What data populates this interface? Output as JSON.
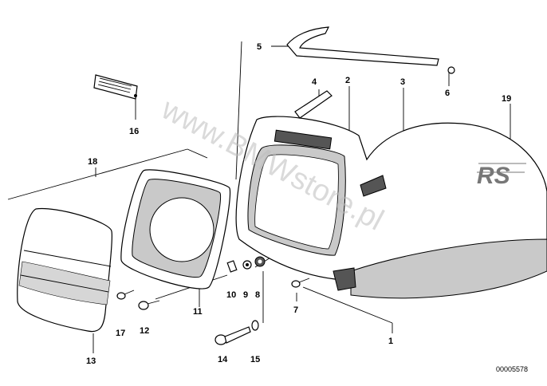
{
  "diagram": {
    "callouts": [
      {
        "id": "c1",
        "text": "1"
      },
      {
        "id": "c2",
        "text": "2"
      },
      {
        "id": "c3",
        "text": "3"
      },
      {
        "id": "c4",
        "text": "4"
      },
      {
        "id": "c5",
        "text": "5"
      },
      {
        "id": "c6",
        "text": "6"
      },
      {
        "id": "c7",
        "text": "7"
      },
      {
        "id": "c8",
        "text": "8"
      },
      {
        "id": "c9",
        "text": "9"
      },
      {
        "id": "c10",
        "text": "10"
      },
      {
        "id": "c11",
        "text": "11"
      },
      {
        "id": "c12",
        "text": "12"
      },
      {
        "id": "c13",
        "text": "13"
      },
      {
        "id": "c14",
        "text": "14"
      },
      {
        "id": "c15",
        "text": "15"
      },
      {
        "id": "c16",
        "text": "16"
      },
      {
        "id": "c17",
        "text": "17"
      },
      {
        "id": "c18",
        "text": "18"
      },
      {
        "id": "c19",
        "text": "19"
      }
    ],
    "reference_number": "00005578",
    "watermark": "www.BMWstore.pl",
    "decal_text": "RS"
  }
}
